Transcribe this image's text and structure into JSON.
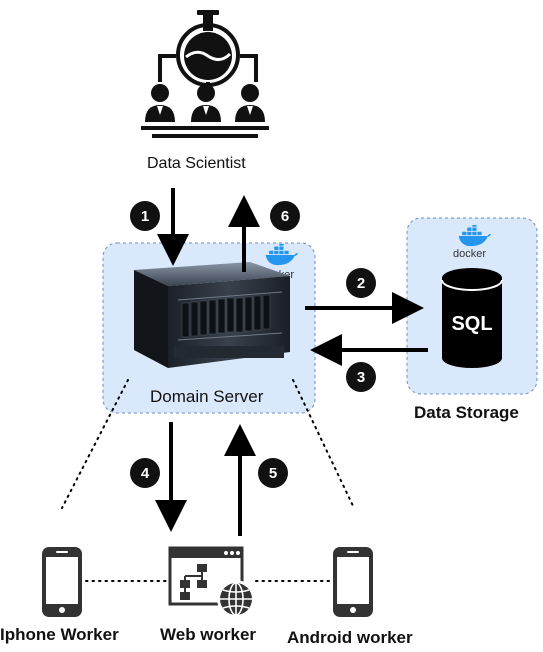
{
  "nodes": {
    "data_scientist": "Data Scientist",
    "domain_server": "Domain Server",
    "data_storage": "Data Storage",
    "iphone_worker": "Iphone Worker",
    "web_worker": "Web worker",
    "android_worker": "Android worker"
  },
  "docker_label": "docker",
  "sql_label": "SQL",
  "steps": [
    "1",
    "2",
    "3",
    "4",
    "5",
    "6"
  ],
  "colors": {
    "container_fill": "#dae8fc",
    "container_border": "#6c8ebf",
    "arrow": "#000000",
    "docker_blue": "#2496ed"
  },
  "icons": [
    "scientist-team-icon",
    "server-rack-icon",
    "database-icon",
    "docker-whale-icon",
    "phone-icon",
    "web-app-icon",
    "globe-icon"
  ]
}
